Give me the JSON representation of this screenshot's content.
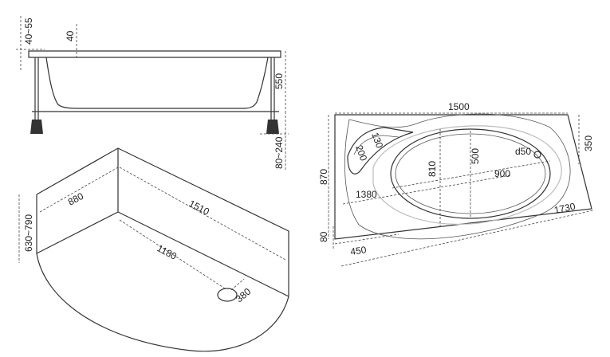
{
  "side_view": {
    "rim_range": "40~55",
    "rim_height": "40",
    "height": "550",
    "legs_range": "80~240"
  },
  "iso_view": {
    "width": "880",
    "length": "1510",
    "inner_length": "1180",
    "front_range": "630~790",
    "drain": "380"
  },
  "plan_view": {
    "top_length": "1500",
    "right_depth": "350",
    "left_height": "870",
    "inner_width": "810",
    "inner_height": "500",
    "drain_size": "d50",
    "inner_length": "900",
    "seat_length": "1380",
    "headrest_a": "200",
    "headrest_b": "130",
    "diagonal_length": "1730",
    "front_offset": "80",
    "bottom_length": "450"
  }
}
